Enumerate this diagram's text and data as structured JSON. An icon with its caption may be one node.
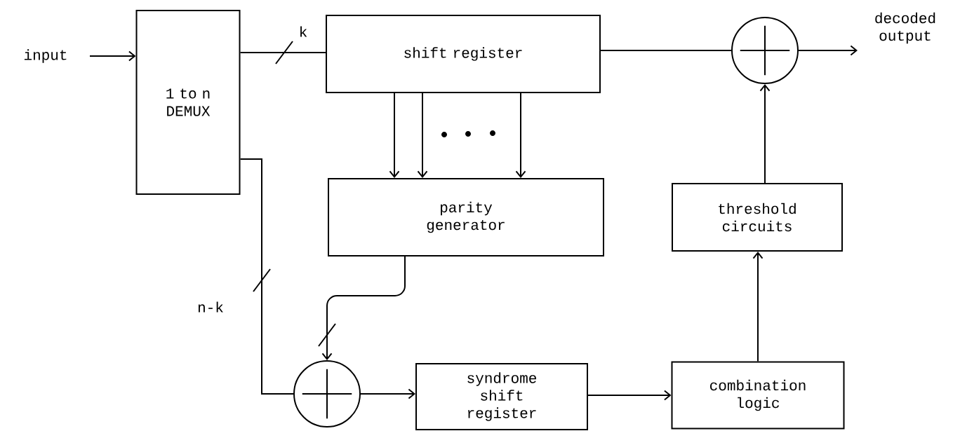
{
  "diagram": {
    "nodes": [
      {
        "text": [
          "input"
        ]
      },
      {
        "text": [
          "1 to n DEMUX"
        ]
      },
      {
        "text": [
          "shift register"
        ]
      },
      {
        "text": [],
        "shape": "circle"
      },
      {
        "text": [
          "decoded output"
        ]
      },
      {
        "text": [
          "parity generator"
        ]
      },
      {
        "text": [
          "threshold circuits"
        ]
      },
      {
        "text": [],
        "shape": "circle"
      },
      {
        "text": [
          "syndrome shift register"
        ]
      },
      {
        "text": [
          "combination logic"
        ]
      }
    ],
    "edges": [
      {
        "from": 0,
        "to": 1,
        "arrow": "to"
      },
      {
        "from": 1,
        "to": 2,
        "arrow": "none",
        "label": "k"
      },
      {
        "from": 2,
        "to": 3,
        "arrow": "none"
      },
      {
        "from": 3,
        "to": 4,
        "arrow": "to"
      },
      {
        "from": 2,
        "to": 5,
        "arrow": "to"
      },
      {
        "from": 2,
        "to": 5,
        "arrow": "to"
      },
      {
        "from": 2,
        "to": 5,
        "arrow": "to"
      },
      {
        "from": 1,
        "to": 7,
        "arrow": "none",
        "label": "n-k"
      },
      {
        "from": 5,
        "to": 7,
        "arrow": "to"
      },
      {
        "from": 7,
        "to": 8,
        "arrow": "to"
      },
      {
        "from": 8,
        "to": 9,
        "arrow": "to"
      },
      {
        "from": 9,
        "to": 6,
        "arrow": "to"
      },
      {
        "from": 6,
        "to": 3,
        "arrow": "to"
      }
    ]
  }
}
